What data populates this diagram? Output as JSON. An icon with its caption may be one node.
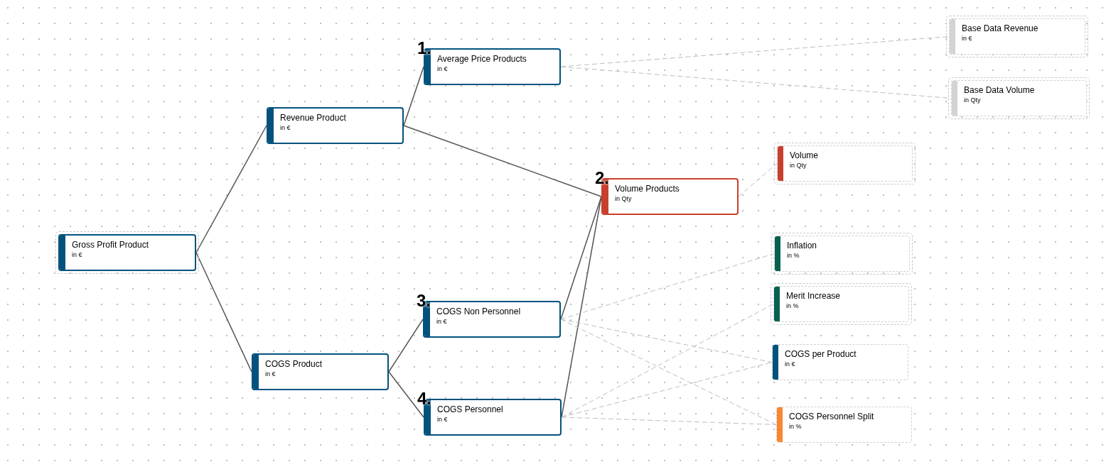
{
  "diagram": {
    "nodes": [
      {
        "text": [
          "Gross Profit Product",
          "in €"
        ]
      },
      {
        "text": [
          "Revenue Product",
          "in €"
        ]
      },
      {
        "text": [
          "COGS Product",
          "in €"
        ]
      },
      {
        "text": [
          "Average Price Products",
          "in €"
        ],
        "beside": [
          "1."
        ]
      },
      {
        "text": [
          "Volume Products",
          "in Qty"
        ],
        "beside": [
          "2."
        ]
      },
      {
        "text": [
          "COGS Non Personnel",
          "in €"
        ],
        "beside": [
          "3."
        ]
      },
      {
        "text": [
          "COGS Personnel",
          "in €"
        ],
        "beside": [
          "4."
        ]
      },
      {
        "text": [
          "Base Data Revenue",
          "in €"
        ]
      },
      {
        "text": [
          "Base Data Volume",
          "in Qty"
        ]
      },
      {
        "text": [
          "Volume",
          "in Qty"
        ]
      },
      {
        "text": [
          "Inflation",
          "in %"
        ]
      },
      {
        "text": [
          "Merit Increase",
          "in %"
        ]
      },
      {
        "text": [
          "COGS per Product",
          "in €"
        ]
      },
      {
        "text": [
          "COGS Personnel Split",
          "in %"
        ]
      }
    ],
    "edges": [
      {
        "from": 0,
        "to": 1,
        "arrow": "none",
        "color": "#555555"
      },
      {
        "from": 0,
        "to": 2,
        "arrow": "none",
        "color": "#555555"
      },
      {
        "from": 1,
        "to": 3,
        "arrow": "none",
        "color": "#555555"
      },
      {
        "from": 1,
        "to": 4,
        "arrow": "none",
        "color": "#555555"
      },
      {
        "from": 2,
        "to": 5,
        "arrow": "none",
        "color": "#555555"
      },
      {
        "from": 2,
        "to": 6,
        "arrow": "none",
        "color": "#555555"
      },
      {
        "from": 5,
        "to": 4,
        "arrow": "none",
        "color": "#555555"
      },
      {
        "from": 6,
        "to": 4,
        "arrow": "none",
        "color": "#555555"
      },
      {
        "from": 3,
        "to": 7,
        "arrow": "none",
        "style": "dashed",
        "color": "#bdbdbd"
      },
      {
        "from": 3,
        "to": 8,
        "arrow": "none",
        "style": "dashed",
        "color": "#bdbdbd"
      },
      {
        "from": 4,
        "to": 9,
        "arrow": "none",
        "style": "dashed",
        "color": "#bdbdbd"
      },
      {
        "from": 5,
        "to": 10,
        "arrow": "none",
        "style": "dashed",
        "color": "#bdbdbd"
      },
      {
        "from": 5,
        "to": 12,
        "arrow": "none",
        "style": "dashed",
        "color": "#bdbdbd"
      },
      {
        "from": 5,
        "to": 13,
        "arrow": "none",
        "style": "dashed",
        "color": "#bdbdbd"
      },
      {
        "from": 6,
        "to": 11,
        "arrow": "none",
        "style": "dashed",
        "color": "#bdbdbd"
      },
      {
        "from": 6,
        "to": 12,
        "arrow": "none",
        "style": "dashed",
        "color": "#bdbdbd"
      },
      {
        "from": 6,
        "to": 13,
        "arrow": "none",
        "style": "dashed",
        "color": "#bdbdbd"
      }
    ]
  }
}
